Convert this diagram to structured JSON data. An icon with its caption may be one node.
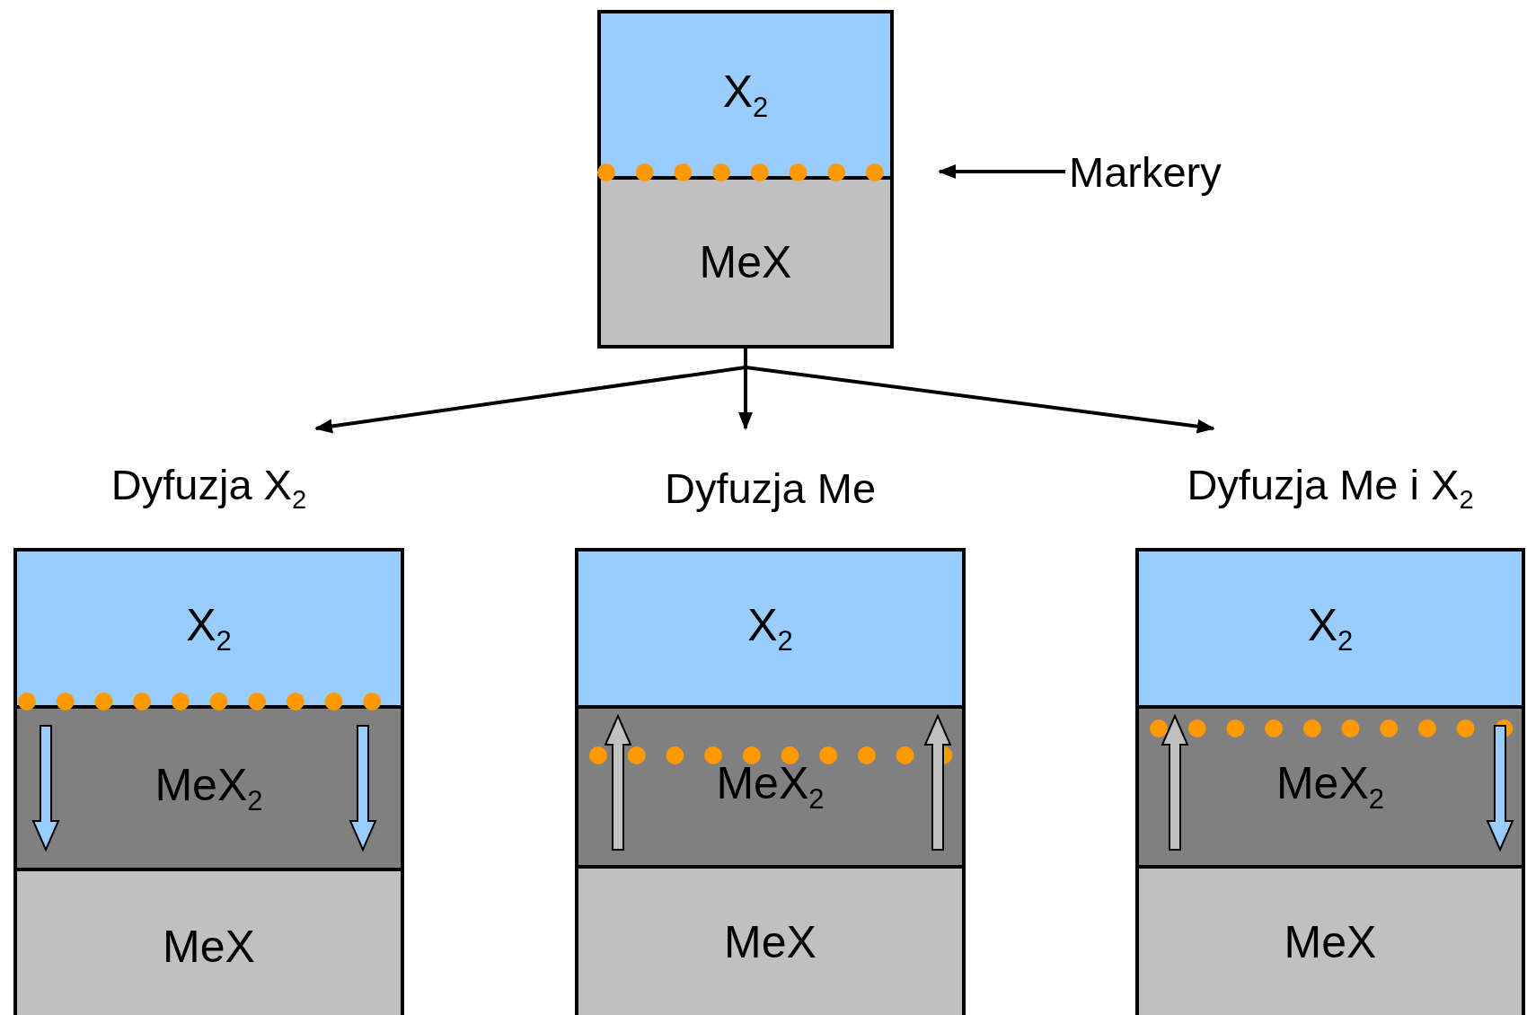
{
  "diagram": {
    "nodes": [
      {
        "text": [],
        "shape": "box"
      },
      {
        "text": [
          "X$_{2}$"
        ],
        "in": 0
      },
      {
        "text": [
          "MeX"
        ],
        "in": 0
      },
      {
        "text": [
          "Markery"
        ]
      },
      {
        "text": [
          "Dyfuzja X$_{2}$"
        ]
      },
      {
        "text": [
          "X$_{2}$"
        ],
        "in": 4
      },
      {
        "text": [
          "MeX$_{2}$"
        ],
        "in": 4
      },
      {
        "text": [
          "MeX"
        ],
        "in": 4
      },
      {
        "text": [
          "Dyfuzja Me"
        ]
      },
      {
        "text": [
          "X$_{2}$"
        ],
        "in": 8
      },
      {
        "text": [
          "MeX$_{2}$"
        ],
        "in": 8
      },
      {
        "text": [
          "MeX"
        ],
        "in": 8
      },
      {
        "text": [
          "Dyfuzja Me i X$_{2}$"
        ]
      },
      {
        "text": [
          "X$_{2}$"
        ],
        "in": 12
      },
      {
        "text": [
          "MeX$_{2}$"
        ],
        "in": 12
      },
      {
        "text": [
          "MeX"
        ],
        "in": 12
      }
    ],
    "edges": [
      {
        "from": 3,
        "to": null,
        "arrow": "to"
      },
      {
        "from": 0,
        "to": 4,
        "arrow": "to"
      },
      {
        "from": 0,
        "to": 8,
        "arrow": "to"
      },
      {
        "from": 0,
        "to": 12,
        "arrow": "to"
      }
    ]
  }
}
